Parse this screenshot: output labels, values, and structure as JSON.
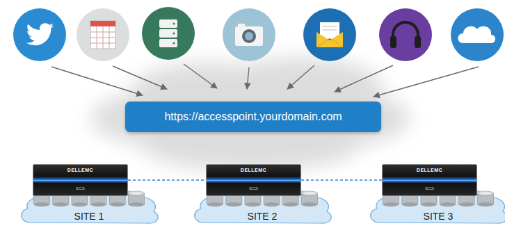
{
  "diagram": {
    "nodes": [
      {
        "text": [
          "https://accesspoint.yourdomain.com"
        ]
      },
      {
        "text": [
          "SITE 1"
        ]
      },
      {
        "text": [
          "DELLEMC",
          "ECS"
        ],
        "in": 1
      },
      {
        "text": [
          "SITE 2"
        ]
      },
      {
        "text": [
          "DELLEMC",
          "ECS"
        ],
        "in": 3
      },
      {
        "text": [
          "SITE 3"
        ]
      },
      {
        "text": [
          "DELLEMC",
          "ECS"
        ],
        "in": 5
      }
    ],
    "edges": [
      {
        "from": 2,
        "to": 4,
        "arrow": "none"
      },
      {
        "from": 4,
        "to": 6,
        "arrow": "none"
      }
    ]
  }
}
